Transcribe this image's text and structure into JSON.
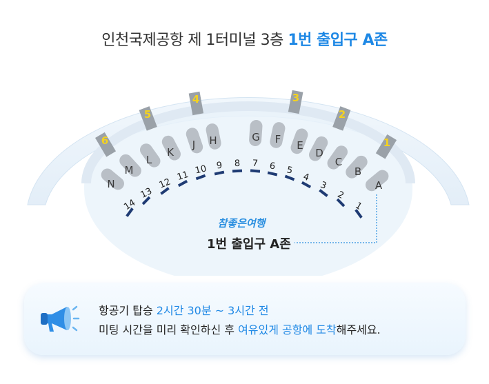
{
  "title": {
    "prefix": "인천국제공항 제 1터미널 3층 ",
    "highlight": "1번 출입구 A존"
  },
  "counters": [
    "A",
    "B",
    "C",
    "D",
    "E",
    "F",
    "G",
    "H",
    "J",
    "K",
    "L",
    "M",
    "N"
  ],
  "gates": [
    "1",
    "2",
    "3",
    "4",
    "5",
    "6",
    "7",
    "8",
    "9",
    "10",
    "11",
    "12",
    "13",
    "14"
  ],
  "pillars": [
    "1",
    "2",
    "3",
    "4",
    "5",
    "6"
  ],
  "brand": "참좋은여행",
  "zone_label": "1번 출입구 A존",
  "notice": {
    "line1_prefix": "항공기 탑승 ",
    "line1_highlight": "2시간 30분 ~ 3시간 전",
    "line2_prefix": "미팅 시간을 미리 확인하신 후 ",
    "line2_highlight": "여유있게 공항에 도착",
    "line2_suffix": "해주세요."
  },
  "colors": {
    "accent": "#1e88e5",
    "pillar_number": "#f4d21f",
    "gate_dash": "#1f3b73",
    "counter": "#b9bfc6"
  },
  "icons": {
    "notice": "megaphone-icon"
  }
}
